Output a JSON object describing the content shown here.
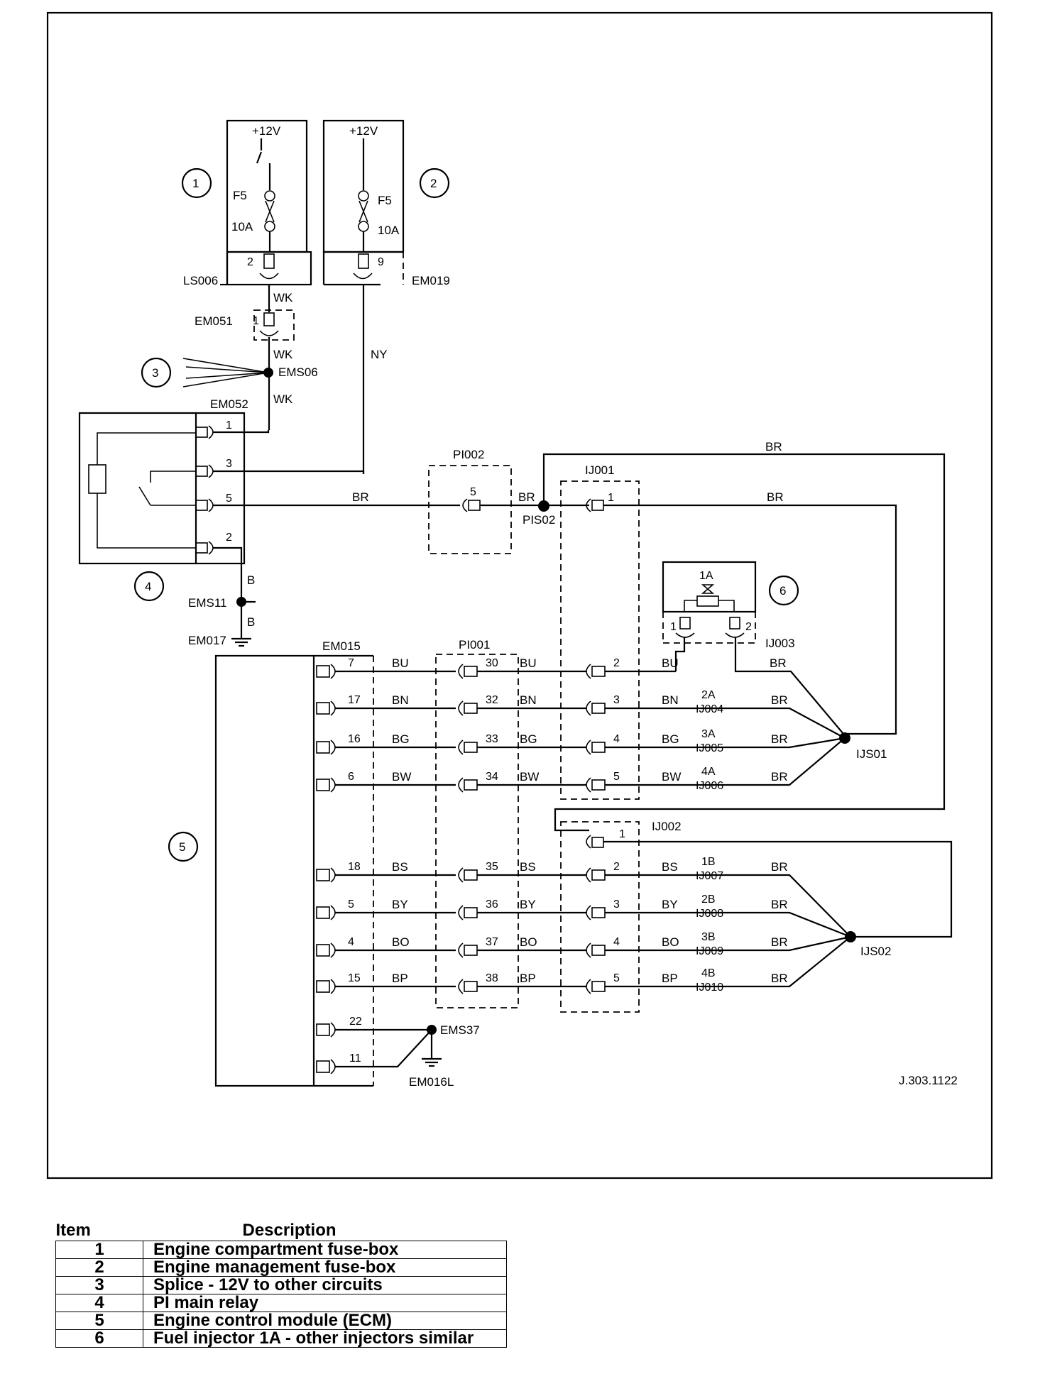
{
  "diagram": {
    "reference": "J.303.1122",
    "callouts": [
      "1",
      "2",
      "3",
      "4",
      "5",
      "6"
    ],
    "fuse_box_1": {
      "supply": "+12V",
      "fuse": "F5",
      "rating": "10A",
      "pin": "2",
      "connector": "LS006"
    },
    "fuse_box_2": {
      "supply": "+12V",
      "fuse": "F5",
      "rating": "10A",
      "pin": "9",
      "connector": "EM019"
    },
    "connectors": {
      "em051": "EM051",
      "em051_pin": "1",
      "em052": "EM052",
      "em015": "EM015",
      "em017": "EM017",
      "em016l": "EM016L",
      "pi002": "PI002",
      "pi001": "PI001",
      "ij001": "IJ001",
      "ij002": "IJ002",
      "ij003": "IJ003"
    },
    "splices": {
      "ems06": "EMS06",
      "ems11": "EMS11",
      "pis02": "PIS02",
      "ijs01": "IJS01",
      "ijs02": "IJS02",
      "ems37": "EMS37"
    },
    "relay_pins": [
      "1",
      "3",
      "5",
      "2"
    ],
    "wire_colors": {
      "wk": "WK",
      "ny": "NY",
      "br": "BR",
      "b": "B",
      "bu": "BU",
      "bn": "BN",
      "bg": "BG",
      "bw": "BW",
      "bs": "BS",
      "by": "BY",
      "bo": "BO",
      "bp": "BP"
    },
    "pi002_pin": "5",
    "ij001_pin": "1",
    "ij002_pin": "1",
    "injector": {
      "label": "1A",
      "pin1": "1",
      "pin2": "2"
    },
    "ecm_rows": [
      {
        "ecm_pin": "7",
        "color": "BU",
        "pi001_pin": "30",
        "ij_pin": "2",
        "injector": "",
        "injector_connector": ""
      },
      {
        "ecm_pin": "17",
        "color": "BN",
        "pi001_pin": "32",
        "ij_pin": "3",
        "injector": "2A",
        "injector_connector": "IJ004"
      },
      {
        "ecm_pin": "16",
        "color": "BG",
        "pi001_pin": "33",
        "ij_pin": "4",
        "injector": "3A",
        "injector_connector": "IJ005"
      },
      {
        "ecm_pin": "6",
        "color": "BW",
        "pi001_pin": "34",
        "ij_pin": "5",
        "injector": "4A",
        "injector_connector": "IJ006"
      },
      {
        "ecm_pin": "18",
        "color": "BS",
        "pi001_pin": "35",
        "ij_pin": "2",
        "injector": "1B",
        "injector_connector": "IJ007"
      },
      {
        "ecm_pin": "5",
        "color": "BY",
        "pi001_pin": "36",
        "ij_pin": "3",
        "injector": "2B",
        "injector_connector": "IJ008"
      },
      {
        "ecm_pin": "4",
        "color": "BO",
        "pi001_pin": "37",
        "ij_pin": "4",
        "injector": "3B",
        "injector_connector": "IJ009"
      },
      {
        "ecm_pin": "15",
        "color": "BP",
        "pi001_pin": "38",
        "ij_pin": "5",
        "injector": "4B",
        "injector_connector": "IJ010"
      }
    ],
    "ecm_ground_pins": [
      "22",
      "11"
    ]
  },
  "legend": {
    "header_item": "Item",
    "header_description": "Description",
    "rows": [
      {
        "item": "1",
        "description": "Engine compartment fuse-box"
      },
      {
        "item": "2",
        "description": "Engine management fuse-box"
      },
      {
        "item": "3",
        "description": "Splice - 12V to other circuits"
      },
      {
        "item": "4",
        "description": "PI main relay"
      },
      {
        "item": "5",
        "description": "Engine control module (ECM)"
      },
      {
        "item": "6",
        "description": "Fuel injector 1A - other injectors similar"
      }
    ]
  }
}
